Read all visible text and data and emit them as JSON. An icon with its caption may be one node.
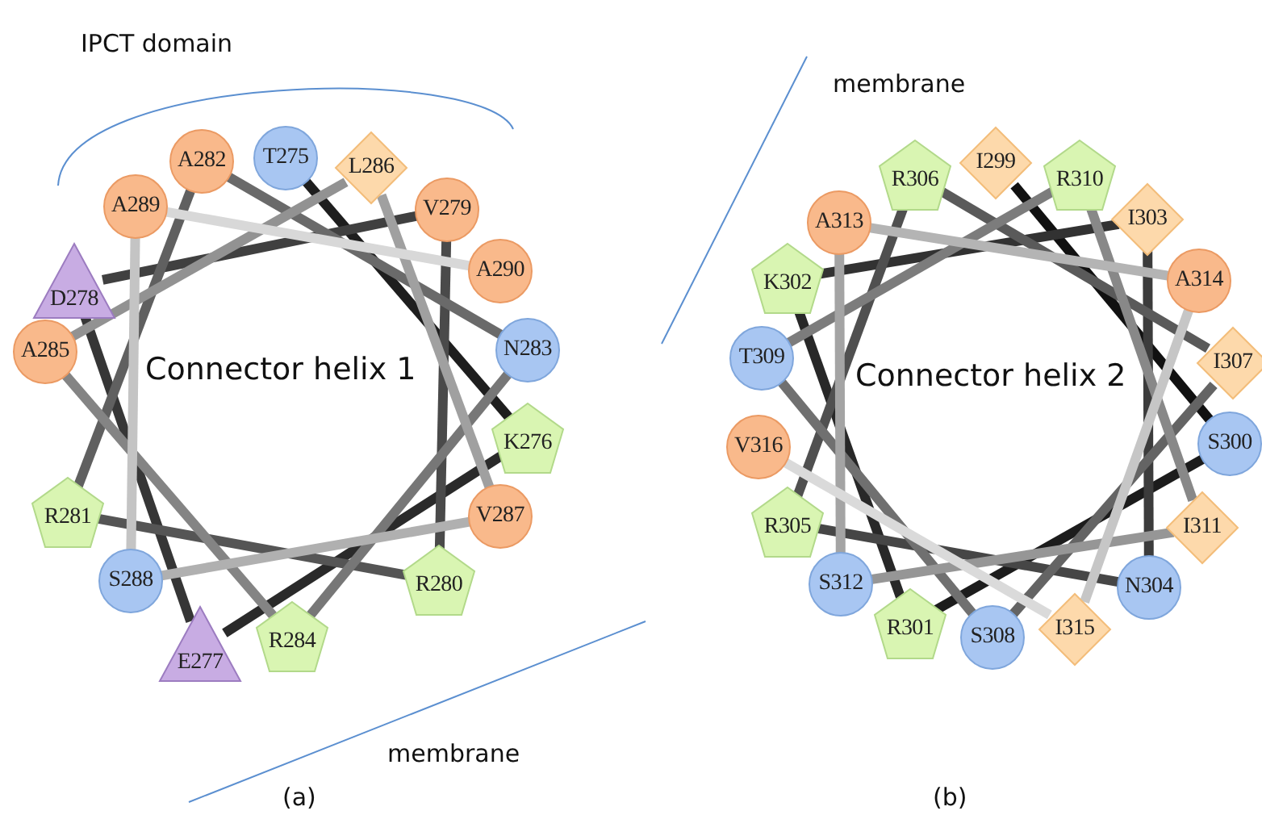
{
  "diagram": {
    "nodes": [
      {
        "text": [
          "T275"
        ]
      },
      {
        "text": [
          "K276"
        ]
      },
      {
        "text": [
          "E277"
        ]
      },
      {
        "text": [
          "D278"
        ]
      },
      {
        "text": [
          "V279"
        ]
      },
      {
        "text": [
          "R280"
        ]
      },
      {
        "text": [
          "R281"
        ]
      },
      {
        "text": [
          "A282"
        ]
      },
      {
        "text": [
          "N283"
        ]
      },
      {
        "text": [
          "R284"
        ]
      },
      {
        "text": [
          "A285"
        ]
      },
      {
        "text": [
          "L286"
        ]
      },
      {
        "text": [
          "V287"
        ]
      },
      {
        "text": [
          "S288"
        ]
      },
      {
        "text": [
          "A289"
        ]
      },
      {
        "text": [
          "A290"
        ]
      },
      {
        "text": [
          "I299"
        ]
      },
      {
        "text": [
          "S300"
        ]
      },
      {
        "text": [
          "R301"
        ]
      },
      {
        "text": [
          "K302"
        ]
      },
      {
        "text": [
          "I303"
        ]
      },
      {
        "text": [
          "N304"
        ]
      },
      {
        "text": [
          "R305"
        ]
      },
      {
        "text": [
          "R306"
        ]
      },
      {
        "text": [
          "I307"
        ]
      },
      {
        "text": [
          "S308"
        ]
      },
      {
        "text": [
          "T309"
        ]
      },
      {
        "text": [
          "R310"
        ]
      },
      {
        "text": [
          "I311"
        ]
      },
      {
        "text": [
          "S312"
        ]
      },
      {
        "text": [
          "A313"
        ]
      },
      {
        "text": [
          "A314"
        ]
      },
      {
        "text": [
          "I315"
        ]
      },
      {
        "text": [
          "V316"
        ]
      }
    ],
    "edges": [
      {
        "from": 0,
        "to": 1,
        "arrow": "none",
        "color": "#1e1e1e"
      },
      {
        "from": 1,
        "to": 2,
        "arrow": "none",
        "color": "#2a2a2a"
      },
      {
        "from": 2,
        "to": 3,
        "arrow": "none",
        "color": "#363636"
      },
      {
        "from": 3,
        "to": 4,
        "arrow": "none",
        "color": "#404040"
      },
      {
        "from": 4,
        "to": 5,
        "arrow": "none",
        "color": "#4a4a4a"
      },
      {
        "from": 5,
        "to": 6,
        "arrow": "none",
        "color": "#555555"
      },
      {
        "from": 6,
        "to": 7,
        "arrow": "none",
        "color": "#606060"
      },
      {
        "from": 7,
        "to": 8,
        "arrow": "none",
        "color": "#6a6a6a"
      },
      {
        "from": 8,
        "to": 9,
        "arrow": "none",
        "color": "#777777"
      },
      {
        "from": 9,
        "to": 10,
        "arrow": "none",
        "color": "#848484"
      },
      {
        "from": 10,
        "to": 11,
        "arrow": "none",
        "color": "#929292"
      },
      {
        "from": 11,
        "to": 12,
        "arrow": "none",
        "color": "#a0a0a0"
      },
      {
        "from": 12,
        "to": 13,
        "arrow": "none",
        "color": "#b0b0b0"
      },
      {
        "from": 13,
        "to": 14,
        "arrow": "none",
        "color": "#c4c4c4"
      },
      {
        "from": 14,
        "to": 15,
        "arrow": "none",
        "color": "#d8d8d8"
      },
      {
        "from": 16,
        "to": 17,
        "arrow": "none",
        "color": "#111111"
      },
      {
        "from": 17,
        "to": 18,
        "arrow": "none",
        "color": "#1c1c1c"
      },
      {
        "from": 18,
        "to": 19,
        "arrow": "none",
        "color": "#282828"
      },
      {
        "from": 19,
        "to": 20,
        "arrow": "none",
        "color": "#323232"
      },
      {
        "from": 20,
        "to": 21,
        "arrow": "none",
        "color": "#3c3c3c"
      },
      {
        "from": 21,
        "to": 22,
        "arrow": "none",
        "color": "#464646"
      },
      {
        "from": 22,
        "to": 23,
        "arrow": "none",
        "color": "#505050"
      },
      {
        "from": 23,
        "to": 24,
        "arrow": "none",
        "color": "#5a5a5a"
      },
      {
        "from": 24,
        "to": 25,
        "arrow": "none",
        "color": "#646464"
      },
      {
        "from": 25,
        "to": 26,
        "arrow": "none",
        "color": "#707070"
      },
      {
        "from": 26,
        "to": 27,
        "arrow": "none",
        "color": "#7c7c7c"
      },
      {
        "from": 27,
        "to": 28,
        "arrow": "none",
        "color": "#888888"
      },
      {
        "from": 28,
        "to": 29,
        "arrow": "none",
        "color": "#969696"
      },
      {
        "from": 29,
        "to": 30,
        "arrow": "none",
        "color": "#a4a4a4"
      },
      {
        "from": 30,
        "to": 31,
        "arrow": "none",
        "color": "#b4b4b4"
      },
      {
        "from": 31,
        "to": 32,
        "arrow": "none",
        "color": "#c6c6c6"
      },
      {
        "from": 32,
        "to": 33,
        "arrow": "none",
        "color": "#dadada"
      }
    ],
    "labels": [
      "IPCT domain",
      "membrane",
      "Connector helix 1",
      "Connector helix 2",
      "membrane",
      "(a)",
      "(b)"
    ]
  }
}
